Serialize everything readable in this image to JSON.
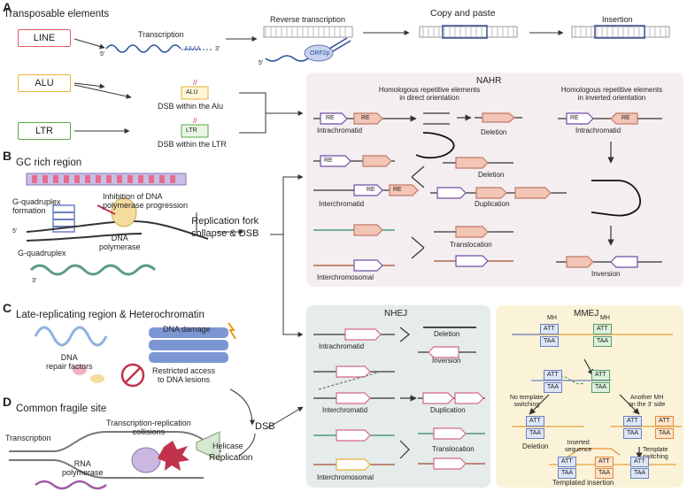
{
  "colors": {
    "line": "#e05a6a",
    "alu": "#e6b43a",
    "ltr": "#5aa54a",
    "nahr_bg": "#f5eef1",
    "nhej_bg": "#e6ebec",
    "mmej_bg": "#fbf3d8",
    "pink": "#f2b9c3",
    "purple": "#9b84c9",
    "peach": "#f1c1ad"
  },
  "sectionA": {
    "letter": "A",
    "title": "Transposable elements",
    "line": "LINE",
    "alu": "ALU",
    "ltr": "LTR",
    "transcription": "Transcription",
    "aaaa": "AAAA",
    "three": "3'",
    "five": "5'",
    "alu_box": "ALU",
    "alu_dsb": "DSB within the Alu",
    "ltr_box": "LTR",
    "ltr_dsb": "DSB within the LTR",
    "reverse": "Reverse transcription",
    "orf": "ORF2p",
    "copy": "Copy and paste",
    "insertion": "Insertion"
  },
  "sectionB": {
    "letter": "B",
    "title": "GC rich region",
    "gq_form": "G-quadruplex\nformation",
    "inhibition": "Inhibition of DNA\npolymerase progression",
    "gq": "G-quadruplex",
    "polymerase": "DNA\npolymerase",
    "five": "5'",
    "three": "3'",
    "collapse": "Replication fork\ncollapse & DSB"
  },
  "sectionC": {
    "letter": "C",
    "title": "Late-replicating region & Heterochromatin",
    "damage": "DNA damage",
    "repair": "DNA\nrepair factors",
    "restricted": "Restricted access\nto DNA lesions"
  },
  "sectionD": {
    "letter": "D",
    "title": "Common fragile site",
    "transcription": "Transcription",
    "collisions": "Transcription-replication\ncollisions",
    "rna_pol": "RNA\npolymerase",
    "helicase": "Helicase",
    "replication": "Replication",
    "dsb": "DSB"
  },
  "nahr": {
    "title": "NAHR",
    "direct": "Homologous repetitive elements\nin direct orientation",
    "inverted": "Homologous repetitive elements\nin inverted orientation",
    "re": "RE",
    "intrachromatid": "Intrachromatid",
    "deletion": "Deletion",
    "interchromatid": "Interchromatid",
    "duplication": "Duplication",
    "translocation": "Translocation",
    "interchromosomal": "Interchromosomal",
    "intrachromatid2": "Intrachromatid",
    "inversion": "Inversion"
  },
  "nhej": {
    "title": "NHEJ",
    "intrachromatid": "Intrachromatid",
    "deletion": "Deletion",
    "inversion": "Inversion",
    "interchromatid": "Interchromatid",
    "duplication": "Duplication",
    "interchromosomal": "Interchromosomal",
    "translocation": "Translocation"
  },
  "mmej": {
    "title": "MMEJ",
    "mh1": "MH",
    "mh2": "MH",
    "att": "ATT",
    "taa": "TAA",
    "no_switch": "No template\nswitching",
    "another": "Another MH\non the 3' side",
    "deletion": "Deletion",
    "inserted": "Inserted\nsequence",
    "template_switch": "Template\nswitching",
    "templated": "Templated insertion"
  }
}
